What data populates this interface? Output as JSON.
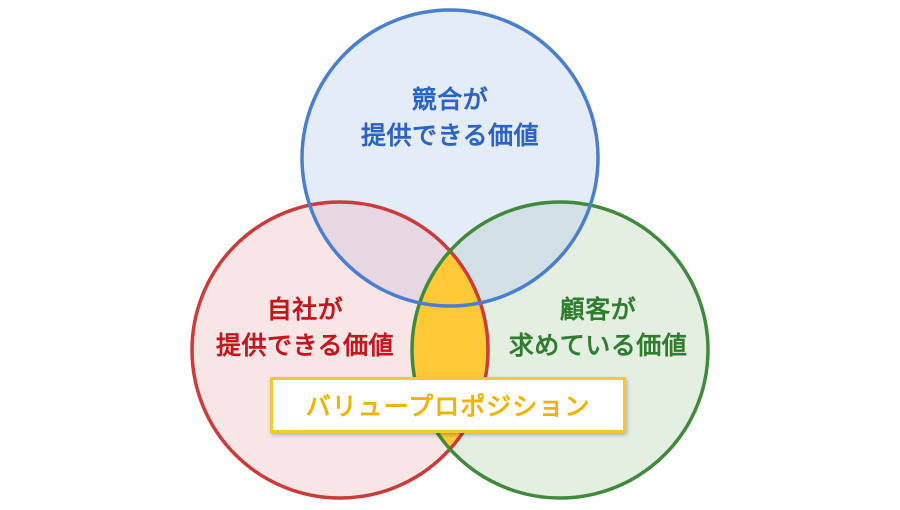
{
  "circles": {
    "competitor": {
      "line1": "競合が",
      "line2": "提供できる価値",
      "stroke": "#4a7ecf",
      "fill": "#e4ecf8",
      "text_color": "#2c63c6"
    },
    "company": {
      "line1": "自社が",
      "line2": "提供できる価値",
      "stroke": "#cc3b3b",
      "fill": "#f8e6e6",
      "text_color": "#c4161c"
    },
    "customer": {
      "line1": "顧客が",
      "line2": "求めている価値",
      "stroke": "#3f8a3c",
      "fill": "#e4efe2",
      "text_color": "#2f7d2e"
    }
  },
  "overlaps": {
    "competitor_company": "#e6d7e2",
    "competitor_customer": "#d2e0e5",
    "value_proposition": "#fec935"
  },
  "value_proposition": {
    "label": "バリュープロポジション",
    "border_color": "#f6c736",
    "text_color": "#f0b400"
  }
}
